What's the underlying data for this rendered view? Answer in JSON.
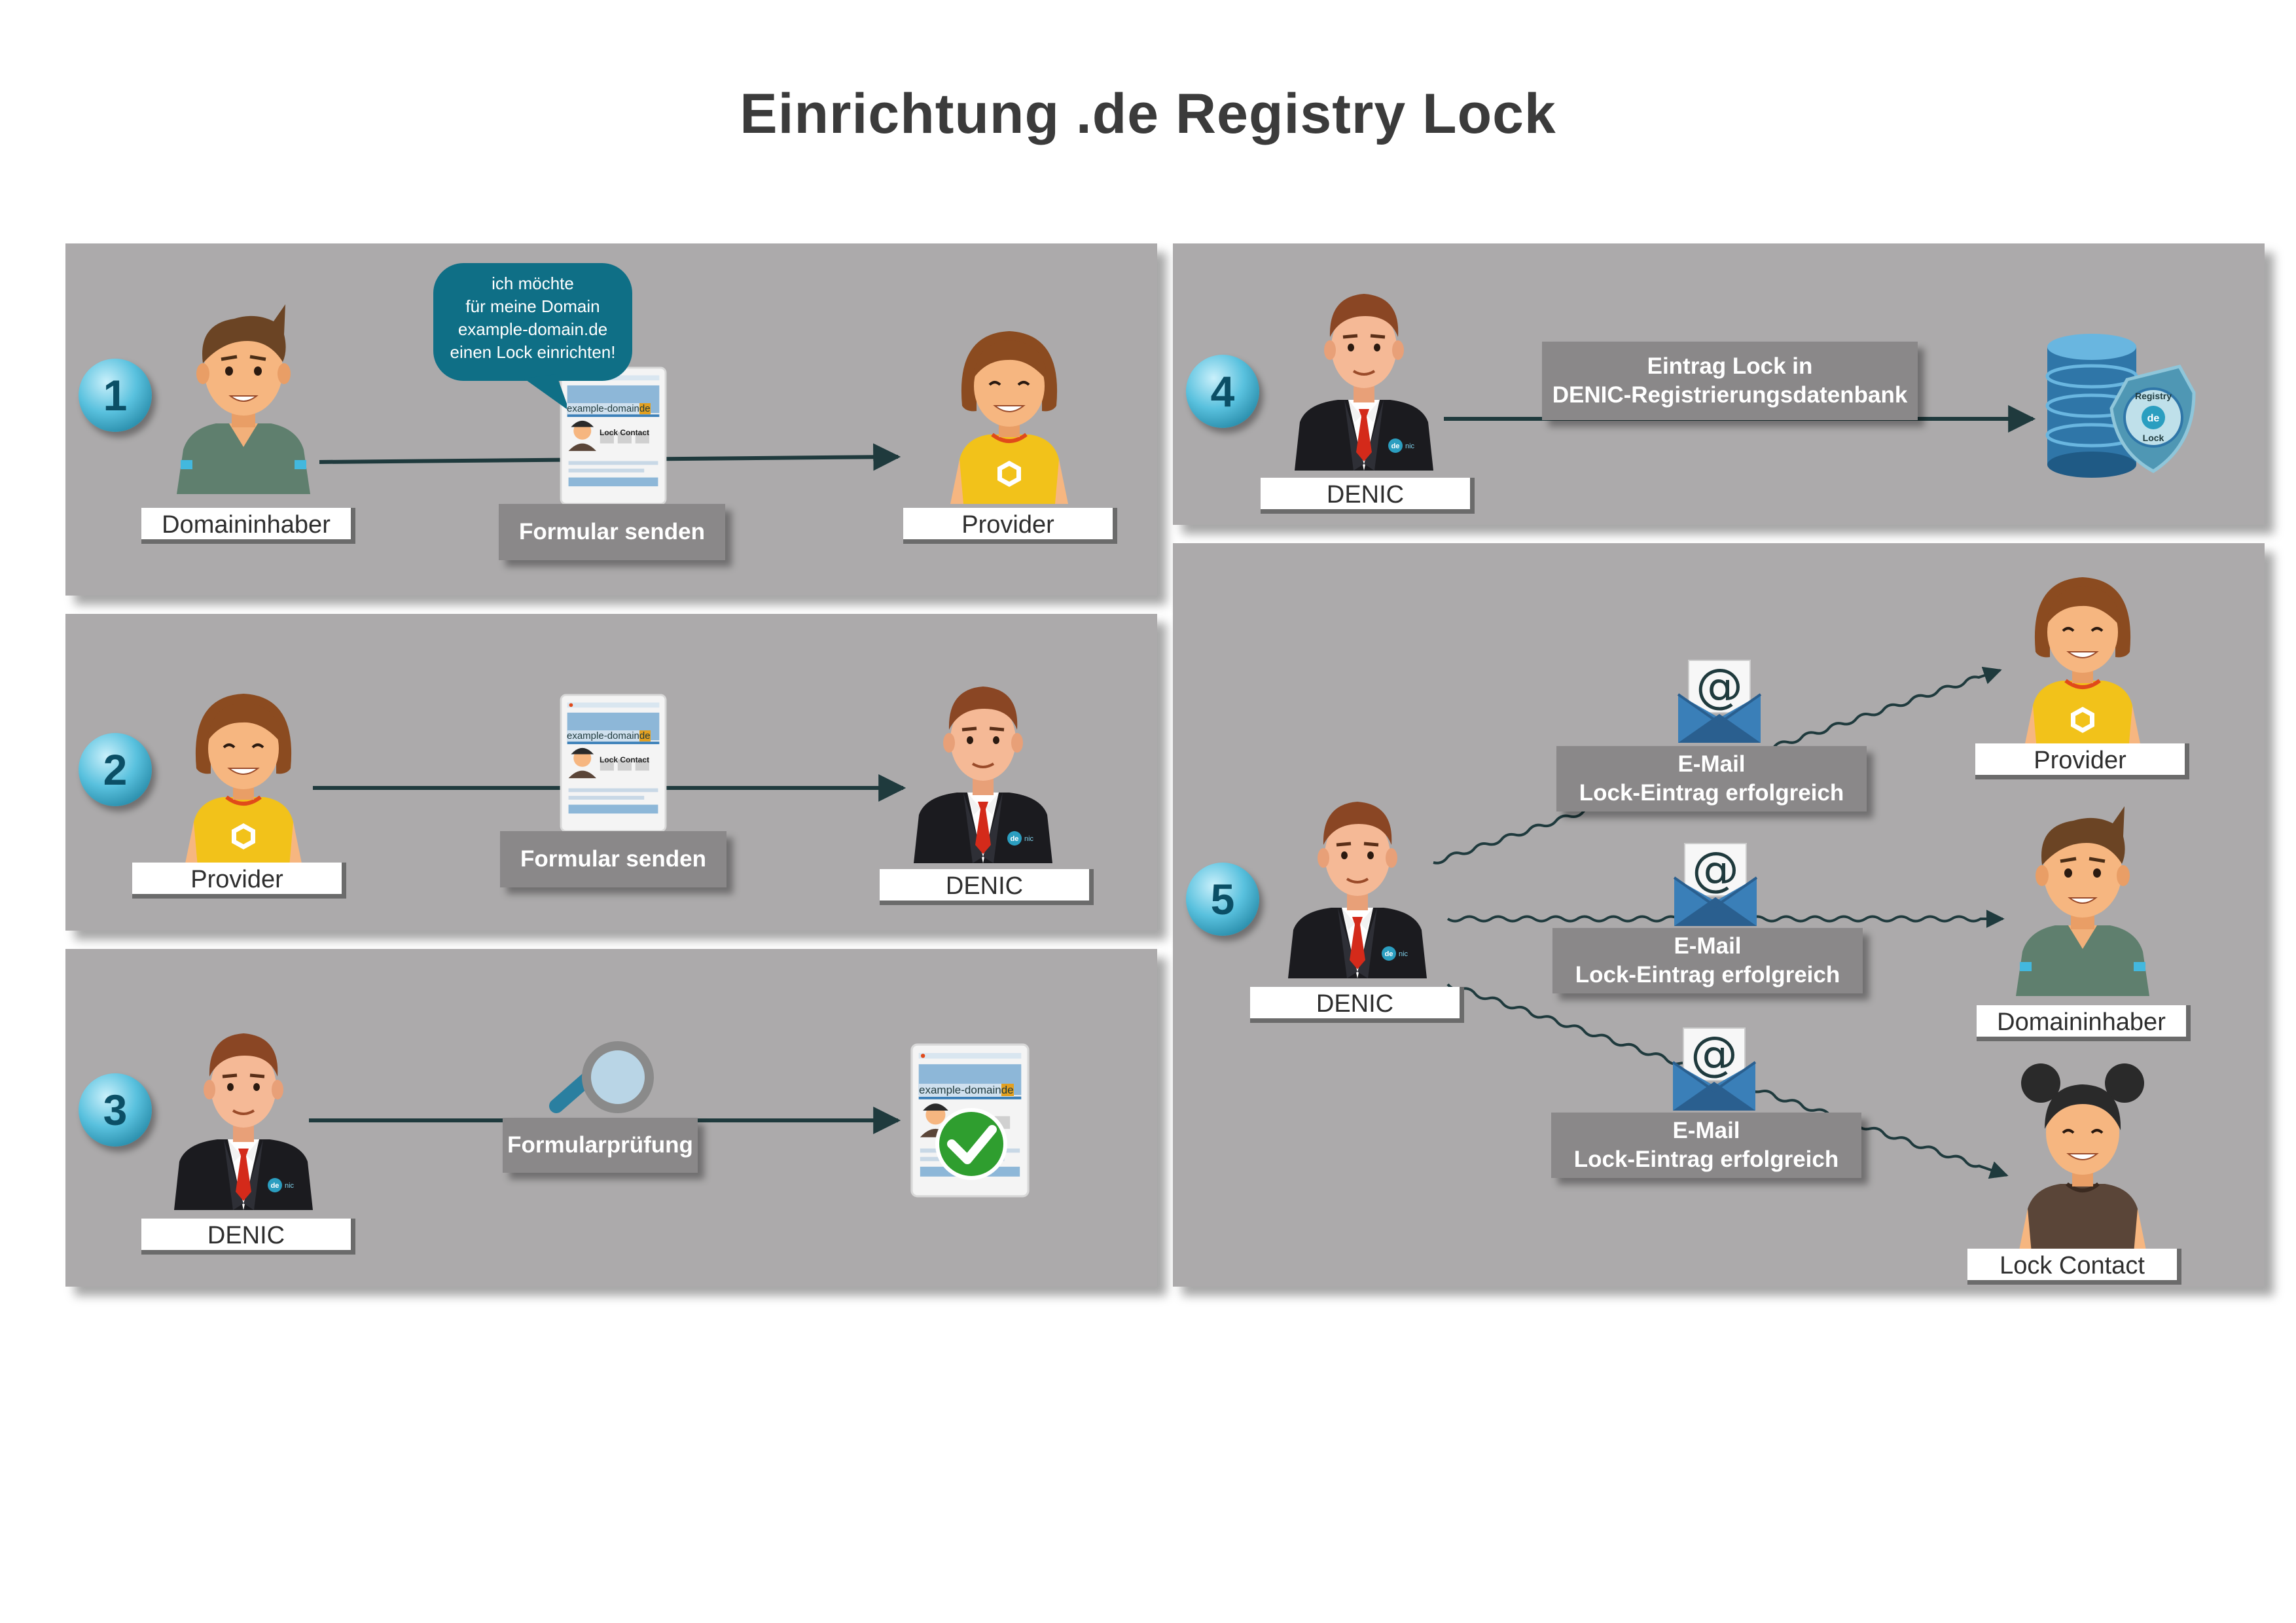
{
  "title": "Einrichtung .de Registry Lock",
  "badges": {
    "b1": "1",
    "b2": "2",
    "b3": "3",
    "b4": "4",
    "b5": "5"
  },
  "roles": {
    "domaininhaber": "Domaininhaber",
    "provider": "Provider",
    "denic": "DENIC",
    "lock_contact": "Lock Contact"
  },
  "bubble": [
    "ich möchte",
    "für meine Domain",
    "example-domain.de",
    "einen Lock einrichten!"
  ],
  "step_labels": {
    "formular_senden": "Formular senden",
    "formularpruefung": "Formularprüfung",
    "eintrag": [
      "Eintrag Lock in",
      "DENIC-Registrierungsdatenbank"
    ],
    "email": [
      "E-Mail",
      "Lock-Eintrag erfolgreich"
    ]
  },
  "form": {
    "domain": "example-domain",
    "tld": "de",
    "lock_contact": "Lock Contact"
  },
  "logos": {
    "denic_prefix": "de",
    "denic_suffix": "nic",
    "shield": [
      "Registry",
      "de",
      "Lock"
    ]
  },
  "email_icon": "@",
  "colors": {
    "panel": "#acaaab",
    "arrow": "#1f3a3d",
    "badge": "#2b9ec0",
    "bubble": "#0f6f86",
    "provider_shirt": "#f2c21a",
    "owner_shirt": "#5f7f6e",
    "suit": "#1b1b1f",
    "tie": "#d42a1a",
    "lock_contact_shirt": "#5a4538",
    "envelope": "#3a7fb8",
    "check": "#2f9e2f"
  }
}
